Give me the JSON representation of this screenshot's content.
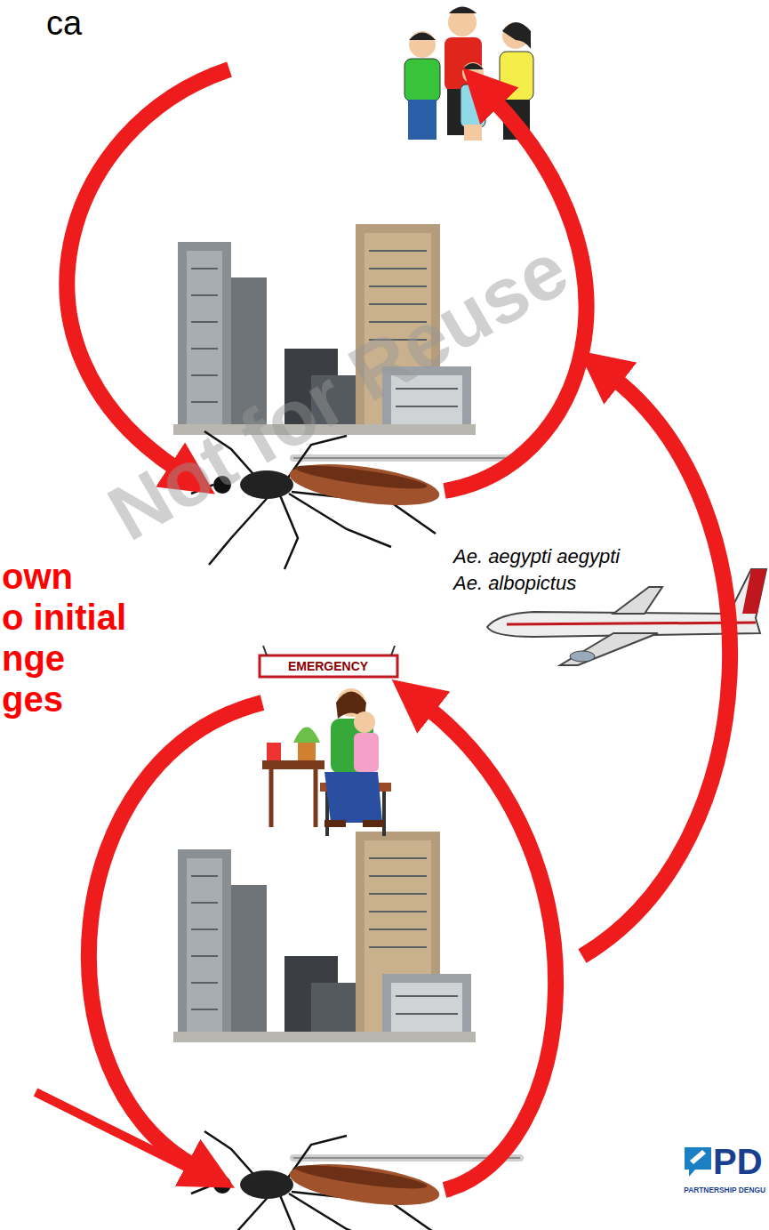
{
  "diagram": {
    "labels": [
      "ca",
      "own",
      "o initial",
      "nge",
      "ges",
      "Ae. aegypti aegypti",
      "Ae. albopictus",
      "EMERGENCY",
      "Not for Reuse",
      "PD",
      "PARTNERSHIP DENGU"
    ]
  }
}
